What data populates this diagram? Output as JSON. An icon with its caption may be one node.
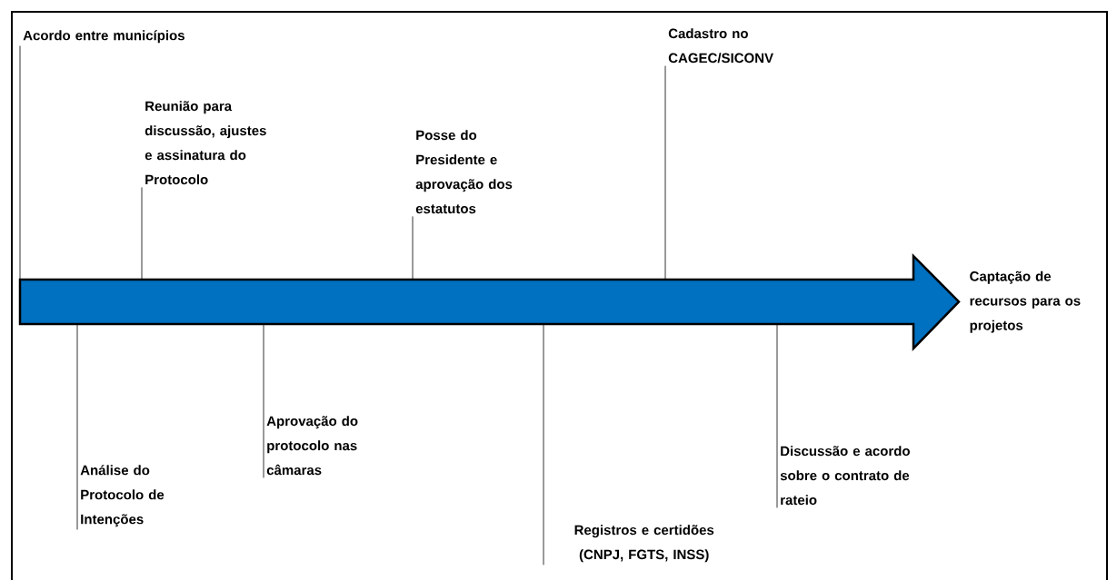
{
  "diagram": {
    "nodes": [
      {
        "text": [],
        "shape": "arrow",
        "beside": [
          "Captação de recursos para os projetos"
        ]
      },
      {
        "text": [
          "Acordo entre municípios"
        ]
      },
      {
        "text": [
          "Reunião para discussão, ajustes e assinatura do Protocolo"
        ]
      },
      {
        "text": [
          "Posse do Presidente e aprovação dos estatutos"
        ]
      },
      {
        "text": [
          "Cadastro no CAGEC/SICONV"
        ]
      },
      {
        "text": [
          "Análise do Protocolo de Intenções"
        ]
      },
      {
        "text": [
          "Aprovação do protocolo nas câmaras"
        ]
      },
      {
        "text": [
          "Registros e certidões (CNPJ, FGTS, INSS)"
        ]
      },
      {
        "text": [
          "Discussão e acordo sobre o contrato de rateio"
        ]
      }
    ],
    "edges": [
      {
        "from": 1,
        "to": 0,
        "arrow": "none"
      },
      {
        "from": 2,
        "to": 0,
        "arrow": "none"
      },
      {
        "from": 3,
        "to": 0,
        "arrow": "none"
      },
      {
        "from": 4,
        "to": 0,
        "arrow": "none"
      },
      {
        "from": 5,
        "to": 0,
        "arrow": "none"
      },
      {
        "from": 6,
        "to": 0,
        "arrow": "none"
      },
      {
        "from": 7,
        "to": 0,
        "arrow": "none"
      },
      {
        "from": 8,
        "to": 0,
        "arrow": "none"
      }
    ]
  }
}
